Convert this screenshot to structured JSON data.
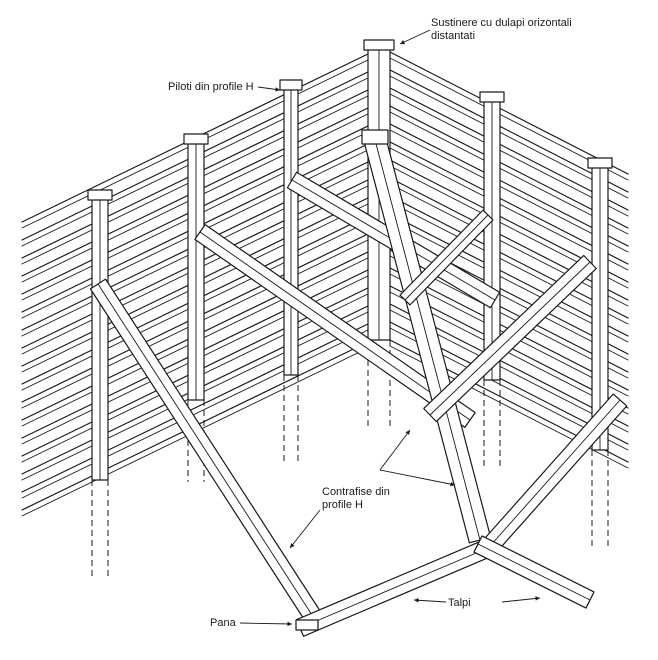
{
  "labels": {
    "sustinere_line1": "Sustinere cu dulapi orizontali",
    "sustinere_line2": "distantati",
    "piloti": "Piloti din profile H",
    "contrafise_line1": "Contrafise din",
    "contrafise_line2": "profile H",
    "pana": "Pana",
    "talpi": "Talpi"
  }
}
